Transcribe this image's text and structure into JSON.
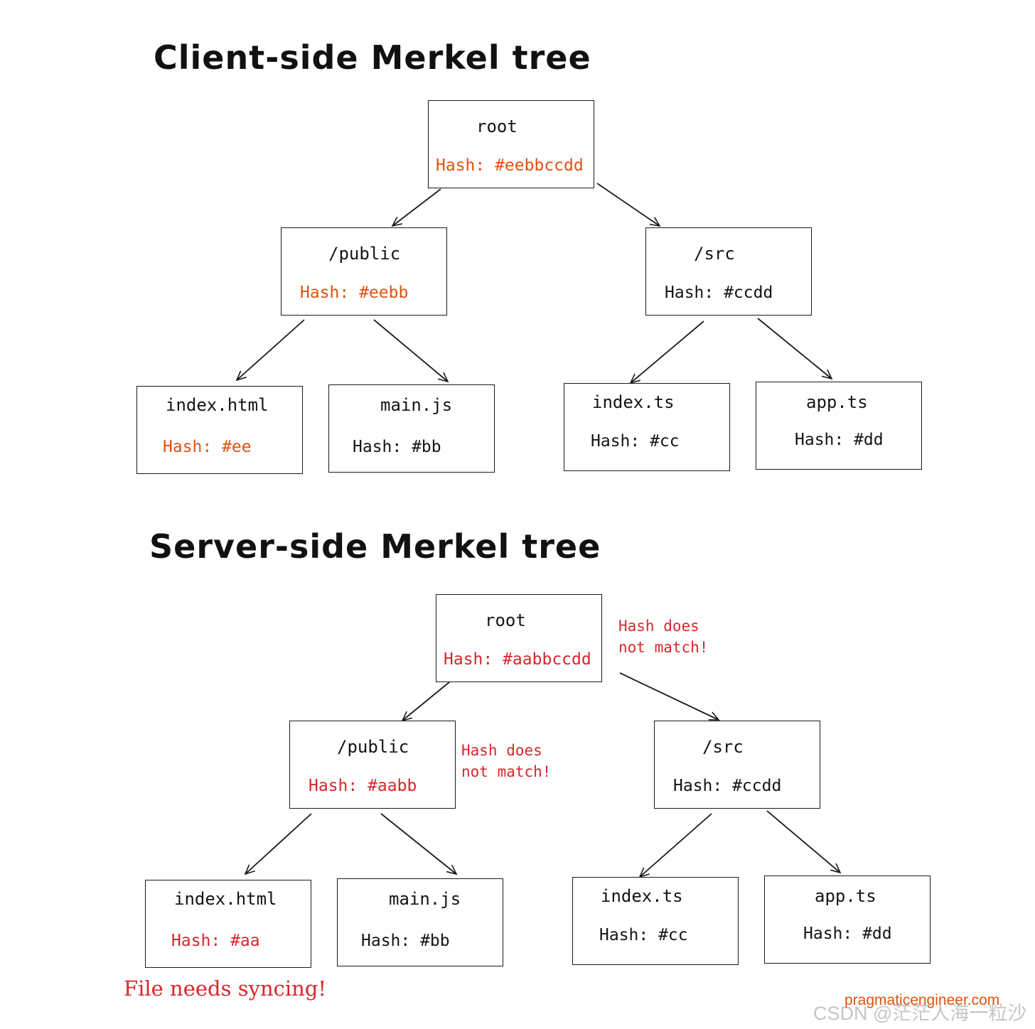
{
  "client": {
    "title": "Client-side Merkel tree",
    "root": {
      "name": "root",
      "hash": "Hash: #eebbccdd"
    },
    "public": {
      "name": "/public",
      "hash": "Hash: #eebb"
    },
    "src": {
      "name": "/src",
      "hash": "Hash: #ccdd"
    },
    "index_html": {
      "name": "index.html",
      "hash": "Hash: #ee"
    },
    "main_js": {
      "name": "main.js",
      "hash": "Hash: #bb"
    },
    "index_ts": {
      "name": "index.ts",
      "hash": "Hash: #cc"
    },
    "app_ts": {
      "name": "app.ts",
      "hash": "Hash: #dd"
    }
  },
  "server": {
    "title": "Server-side Merkel tree",
    "root": {
      "name": "root",
      "hash": "Hash: #aabbccdd"
    },
    "public": {
      "name": "/public",
      "hash": "Hash: #aabb"
    },
    "src": {
      "name": "/src",
      "hash": "Hash: #ccdd"
    },
    "index_html": {
      "name": "index.html",
      "hash": "Hash: #aa"
    },
    "main_js": {
      "name": "main.js",
      "hash": "Hash: #bb"
    },
    "index_ts": {
      "name": "index.ts",
      "hash": "Hash: #cc"
    },
    "app_ts": {
      "name": "app.ts",
      "hash": "Hash: #dd"
    }
  },
  "notes": {
    "root_mismatch_line1": "Hash does",
    "root_mismatch_line2": "not match!",
    "public_mismatch_line1": "Hash does",
    "public_mismatch_line2": "not match!",
    "file_sync": "File needs syncing!"
  },
  "watermarks": {
    "site": "pragmaticengineer.com",
    "csdn": "CSDN @茫茫人海一粒沙"
  },
  "colors": {
    "changed_hash": "#e0520f",
    "mismatch": "#d8262a",
    "unchanged": "#141414"
  }
}
